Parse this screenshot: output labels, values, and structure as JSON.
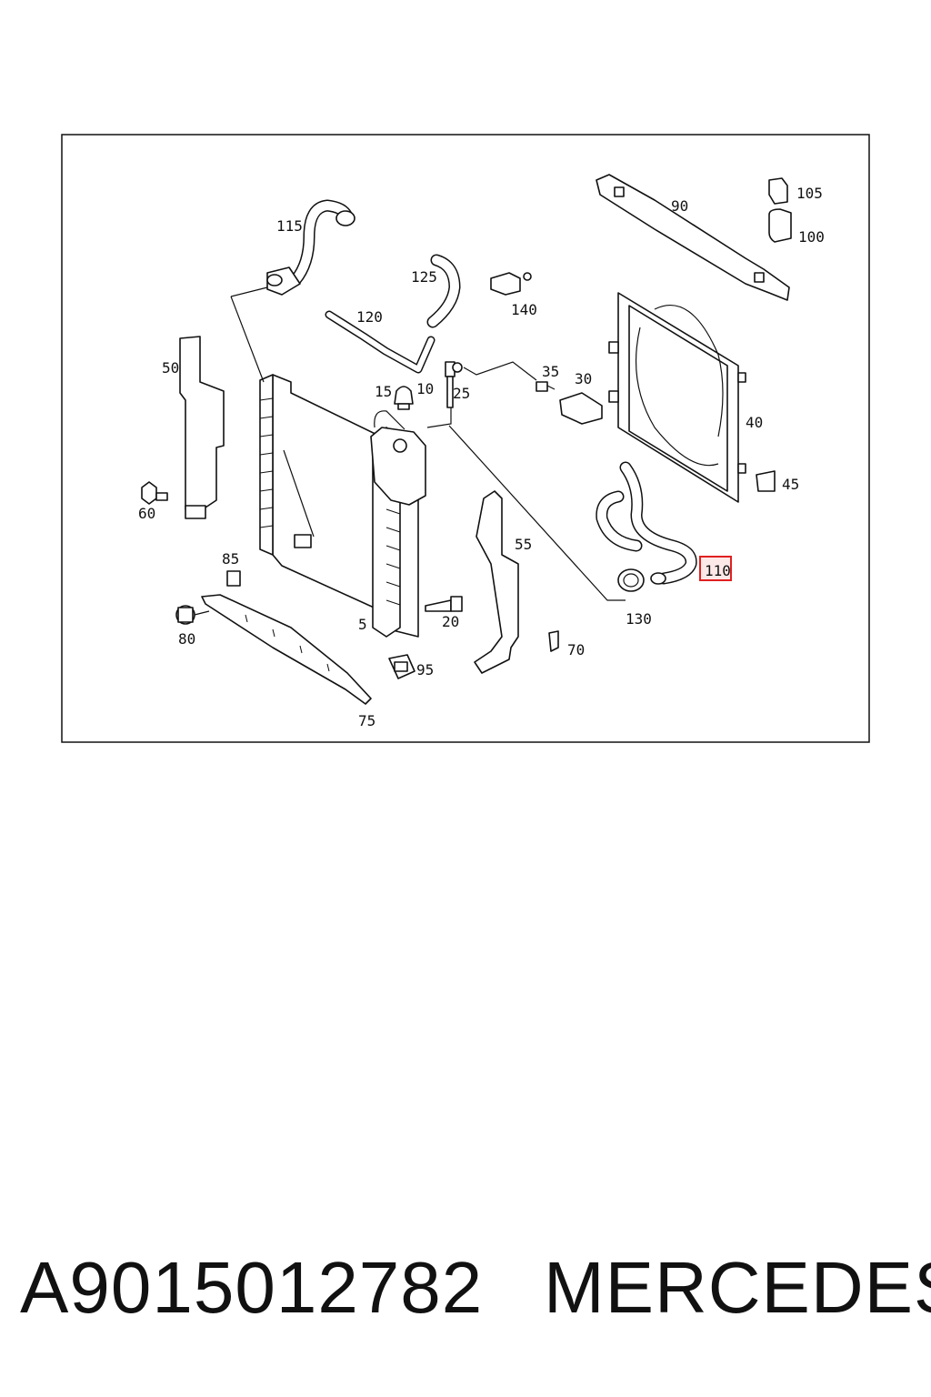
{
  "diagram": {
    "labels": {
      "p5": "5",
      "p10": "10",
      "p15": "15",
      "p20": "20",
      "p25": "25",
      "p30": "30",
      "p35": "35",
      "p40": "40",
      "p45": "45",
      "p50": "50",
      "p55": "55",
      "p60": "60",
      "p70": "70",
      "p75": "75",
      "p80": "80",
      "p85": "85",
      "p90": "90",
      "p95": "95",
      "p100": "100",
      "p105": "105",
      "p110": "110",
      "p115": "115",
      "p120": "120",
      "p125": "125",
      "p130": "130",
      "p140": "140"
    },
    "highlighted": "110",
    "highlight_color": "#e02020"
  },
  "footer": {
    "part_number": "A9015012782",
    "brand": "MERCEDES"
  }
}
